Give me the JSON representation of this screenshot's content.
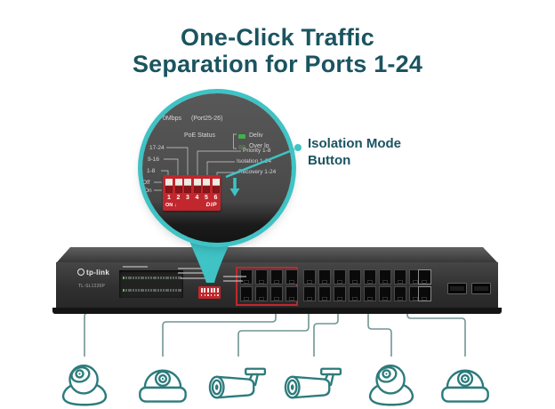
{
  "title": {
    "line1": "One-Click Traffic",
    "line2": "Separation for Ports 1-24"
  },
  "callout": {
    "line1": "Isolation Mode",
    "line2": "Button"
  },
  "magnifier": {
    "top_legend_fragment": "0Mbps",
    "top_legend_port_range": "(Port25-26)",
    "left_edge_fragment": "6)",
    "poe_status_label": "PoE Status",
    "poe_leds": [
      {
        "label": "Deliv",
        "color": "#43b04a"
      },
      {
        "label": "Over lo",
        "color": "#5e6b52"
      }
    ],
    "port_group_labels": [
      "17-24",
      "9-16",
      "1-8"
    ],
    "dip_function_labels": [
      "Priority 1-8",
      "Isolation 1-24",
      "Recovery 1-24"
    ],
    "off_label": "Off",
    "on_label": "On",
    "dip_switch": {
      "numbers": [
        "1",
        "2",
        "3",
        "4",
        "5",
        "6"
      ],
      "on_label": "ON",
      "arrow": "↓",
      "brand": "DIP"
    }
  },
  "switch_device": {
    "brand": "tp-link",
    "model": "TL-SL1226P",
    "rj45_port_groups": 3,
    "ports_per_group": 8,
    "uplink_ports": 2,
    "sfp_slots": 2,
    "led_columns": 24,
    "highlighted_ports": "1-8"
  },
  "cameras": [
    {
      "type": "turret"
    },
    {
      "type": "dome"
    },
    {
      "type": "bullet"
    },
    {
      "type": "bullet"
    },
    {
      "type": "turret"
    },
    {
      "type": "dome"
    }
  ],
  "colors": {
    "accent_teal": "#3fc3c5",
    "heading_teal": "#1a5460",
    "highlight_red": "#c1272d",
    "camera_teal": "#2d7b7c",
    "cable_gray_teal": "#719693"
  }
}
